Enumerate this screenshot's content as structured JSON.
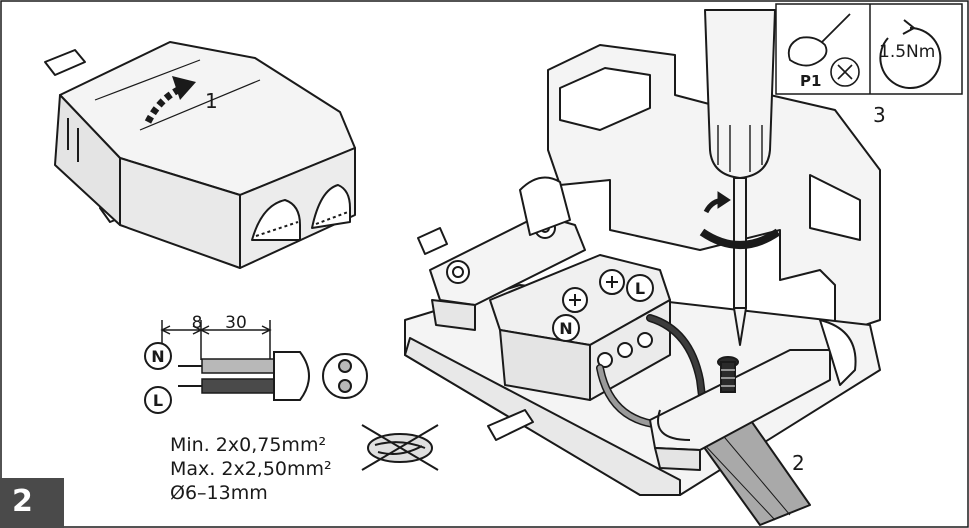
{
  "step_number": "2",
  "labels": {
    "step1": "1",
    "step2": "2",
    "step3": "3",
    "n_terminal": "N",
    "l_terminal": "L"
  },
  "tool_box": {
    "screwdriver_type": "P1",
    "torque": "1.5Nm"
  },
  "wire_strip": {
    "strip_length": "8",
    "sheath_length": "30",
    "conductor_n": "N",
    "conductor_l": "L"
  },
  "cable_specs": [
    "Min. 2x0,75mm²",
    "Max. 2x2,50mm²",
    "Ø6–13mm"
  ],
  "colors": {
    "line": "#1a1a1a",
    "grey_wire": "#9a9a9a",
    "dark_wire": "#3c3c3c",
    "badge": "#4a4a4a",
    "body_fill": "#f4f4f4"
  }
}
